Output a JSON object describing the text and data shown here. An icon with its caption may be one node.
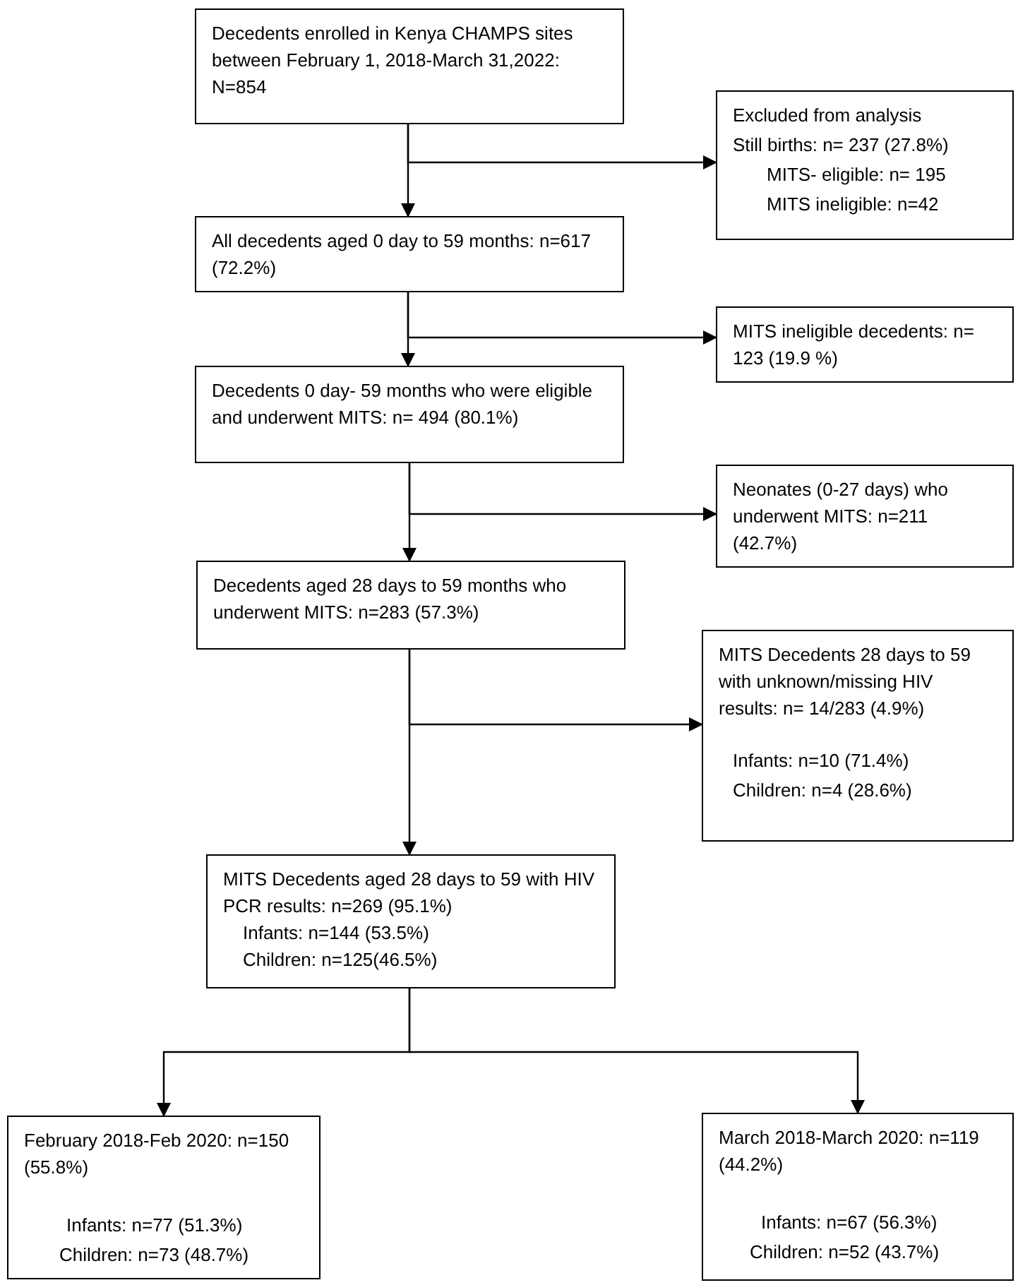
{
  "diagram": {
    "nodes": [
      {
        "text": [
          "Decedents enrolled in Kenya CHAMPS sites between February 1, 2018-March 31,2022: N=854"
        ]
      },
      {
        "text": [
          "Excluded from analysis",
          "Still births: n= 237 (27.8%)",
          "MITS- eligible: n= 195",
          "MITS ineligible: n=42"
        ]
      },
      {
        "text": [
          "All decedents aged 0 day to 59 months: n=617 (72.2%)"
        ]
      },
      {
        "text": [
          "MITS ineligible decedents: n= 123 (19.9 %)"
        ]
      },
      {
        "text": [
          "Decedents 0 day- 59 months who were eligible and underwent MITS:  n= 494 (80.1%)"
        ]
      },
      {
        "text": [
          "Neonates (0-27 days) who underwent MITS: n=211 (42.7%)"
        ]
      },
      {
        "text": [
          "Decedents aged 28 days to 59 months who underwent MITS: n=283 (57.3%)"
        ]
      },
      {
        "text": [
          "MITS Decedents 28 days to 59 with unknown/missing HIV results: n= 14/283 (4.9%)",
          "Infants:  n=10 (71.4%)",
          "Children: n=4 (28.6%)"
        ]
      },
      {
        "text": [
          "MITS Decedents aged 28 days to 59 with HIV PCR results: n=269 (95.1%)",
          "Infants: n=144 (53.5%)",
          "Children: n=125(46.5%)"
        ]
      },
      {
        "text": [
          "February 2018-Feb 2020: n=150 (55.8%)",
          "Infants: n=77 (51.3%)",
          "Children: n=73 (48.7%)"
        ]
      },
      {
        "text": [
          "March 2018-March 2020: n=119 (44.2%)",
          "Infants: n=67 (56.3%)",
          "Children:  n=52 (43.7%)"
        ]
      }
    ],
    "edges": [
      {
        "from": 0,
        "to": 2,
        "arrow": "to"
      },
      {
        "from": 0,
        "to": 1,
        "arrow": "to"
      },
      {
        "from": 2,
        "to": 4,
        "arrow": "to"
      },
      {
        "from": 2,
        "to": 3,
        "arrow": "to"
      },
      {
        "from": 4,
        "to": 6,
        "arrow": "to"
      },
      {
        "from": 4,
        "to": 5,
        "arrow": "to"
      },
      {
        "from": 6,
        "to": 8,
        "arrow": "to"
      },
      {
        "from": 6,
        "to": 7,
        "arrow": "to"
      },
      {
        "from": 8,
        "to": 9,
        "arrow": "to"
      },
      {
        "from": 8,
        "to": 10,
        "arrow": "to"
      }
    ]
  }
}
